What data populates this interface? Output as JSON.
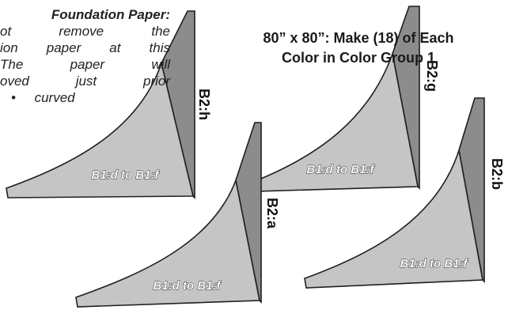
{
  "note": {
    "heading": "Foundation Paper:",
    "lines": [
      "ot remove the",
      "ion paper at this",
      "The paper will",
      "oved just prior",
      "curved"
    ]
  },
  "heading": {
    "line1": "80” x 80”: Make (18) of Each",
    "line2": "Color in Color Group 1"
  },
  "colors": {
    "light_patch": "#c5c5c5",
    "dark_patch": "#8c8c8c",
    "outline": "#1f1f1f",
    "label_text": "#ffffff"
  },
  "blocks": [
    {
      "id": "block-1",
      "curve_label": "B1:d to B1:f",
      "strip_label": "B2:h"
    },
    {
      "id": "block-2",
      "curve_label": "B1:d to B1:f",
      "strip_label": "B2:g"
    },
    {
      "id": "block-3",
      "curve_label": "B1:d to B1:f",
      "strip_label": "B2:a"
    },
    {
      "id": "block-4",
      "curve_label": "B1:d to B1:f",
      "strip_label": "B2:b"
    }
  ]
}
